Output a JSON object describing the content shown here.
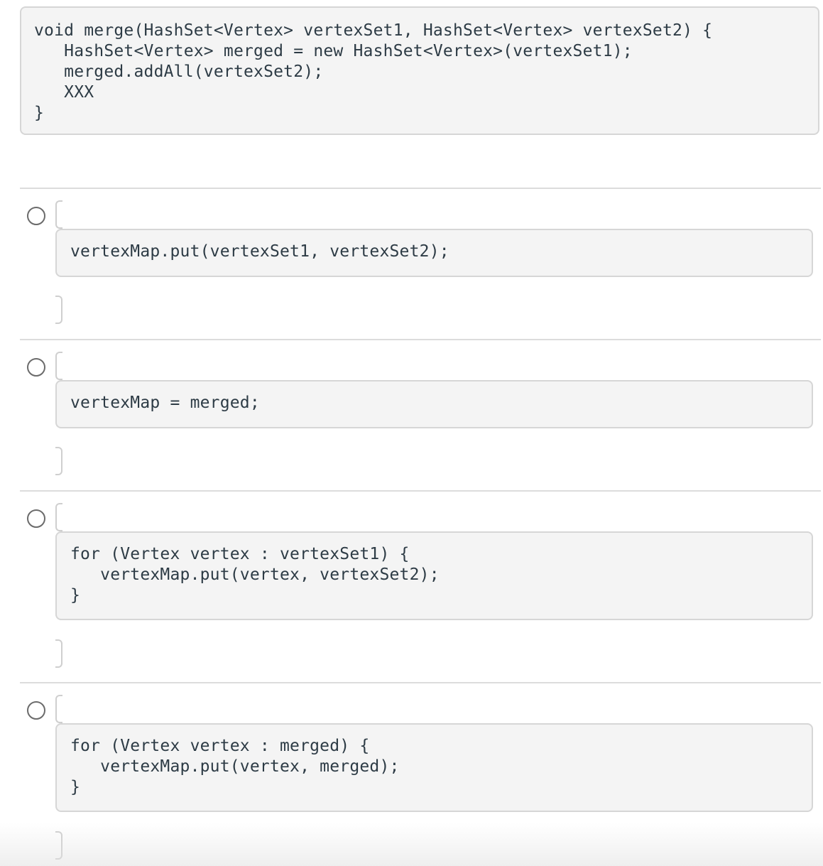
{
  "question": {
    "code_lines": [
      "void merge(HashSet<Vertex> vertexSet1, HashSet<Vertex> vertexSet2) {",
      "   HashSet<Vertex> merged = new HashSet<Vertex>(vertexSet1);",
      "   merged.addAll(vertexSet2);",
      "   XXX",
      "}"
    ]
  },
  "answers": [
    {
      "code_lines": [
        "vertexMap.put(vertexSet1, vertexSet2);"
      ]
    },
    {
      "code_lines": [
        "vertexMap = merged;"
      ]
    },
    {
      "code_lines": [
        "for (Vertex vertex : vertexSet1) {",
        "   vertexMap.put(vertex, vertexSet2);",
        "}"
      ]
    },
    {
      "code_lines": [
        "for (Vertex vertex : merged) {",
        "   vertexMap.put(vertex, merged);",
        "}"
      ]
    }
  ]
}
